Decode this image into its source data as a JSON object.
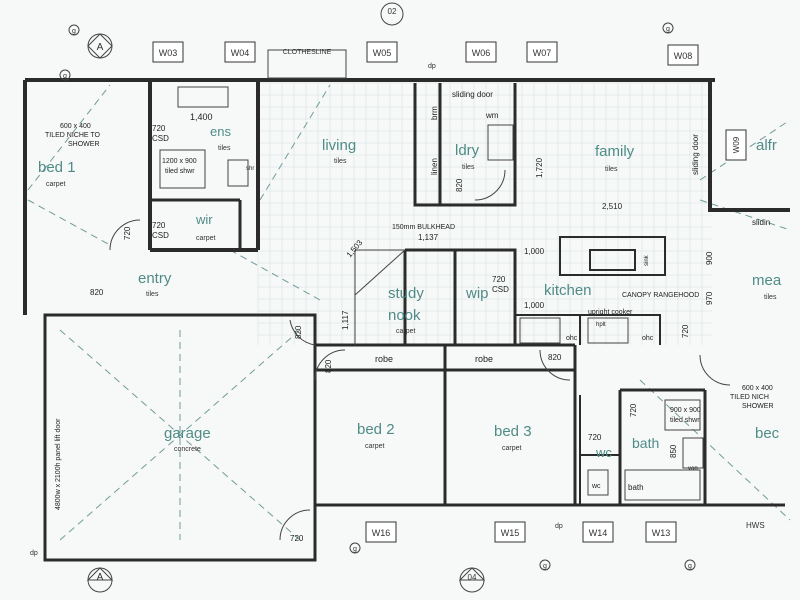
{
  "rooms": {
    "bed1": "bed 1",
    "ens": "ens",
    "wir": "wir",
    "living": "living",
    "ldry": "ldry",
    "family": "family",
    "alfresco": "alfr",
    "entry": "entry",
    "study": "study",
    "nook": "nook",
    "wip": "wip",
    "kitchen": "kitchen",
    "meals": "mea",
    "garage": "garage",
    "bed2": "bed 2",
    "bed3": "bed 3",
    "bath": "bath",
    "wc": "wc",
    "bed4": "bec",
    "robe1": "robe",
    "robe2": "robe"
  },
  "finishes": {
    "carpet": "carpet",
    "tiles": "tiles",
    "concrete": "concrete"
  },
  "windows": {
    "w03": "W03",
    "w04": "W04",
    "w05": "W05",
    "w06": "W06",
    "w07": "W07",
    "w08": "W08",
    "w09": "W09",
    "w13": "W13",
    "w14": "W14",
    "w15": "W15",
    "w16": "W16"
  },
  "grid_markers": {
    "a_left": "A",
    "a_bottom": "A",
    "top_02": "02",
    "bottom_04": "04",
    "g": "g",
    "hws": "HWS",
    "dp": "dp"
  },
  "annotations": {
    "clothesline": "CLOTHESLINE",
    "niche_left_1": "600 x 400",
    "niche_left_2": "TILED NICHE TO",
    "niche_left_3": "SHOWER",
    "niche_right_1": "600 x 400",
    "niche_right_2": "TILED NICH",
    "niche_right_3": "SHOWER",
    "ens_width": "1,400",
    "csd_720_a": "720",
    "csd_a": "CSD",
    "ens_shower_1": "1200 x 900",
    "ens_shower_2": "tiled shwr",
    "shr": "shr",
    "csd_720_b": "720",
    "csd_b": "CSD",
    "d_820_entry": "820",
    "d_720_wir": "720",
    "bulkhead": "150mm BULKHEAD",
    "dim_1137": "1,137",
    "dim_1503": "1,503",
    "dim_1117": "1,117",
    "sliding_door_top": "sliding door",
    "brm": "brm",
    "linen": "linen",
    "wm": "wm",
    "d_820_ldry": "820",
    "dim_1720": "1,720",
    "dim_2510": "2,510",
    "sliding_door_side": "sliding door",
    "sliding_right": "slidin",
    "dim_1000_a": "1,000",
    "dim_1000_b": "1,000",
    "dim_900": "900",
    "dim_970": "970",
    "csd_720_c": "720",
    "csd_c": "CSD",
    "canopy": "CANOPY RANGEHOOD",
    "upright_cooker": "upright cooker",
    "ohc_left": "ohc",
    "ohc_right": "ohc",
    "hplt": "hplt",
    "sink": "sink",
    "d_720_kit": "720",
    "d_820_kit": "820",
    "d_820_garage": "820",
    "d_820_bed2": "820",
    "garage_door": "4800w x 2100h panel lift door",
    "d_720_garage": "720",
    "d_720_wc": "720",
    "bath_shower_1": "900 x 900",
    "bath_shower_2": "tiled shwr",
    "d_850": "850",
    "van": "van",
    "bath_tub": "bath",
    "wc_pan": "wc",
    "d_720_bath": "720"
  }
}
